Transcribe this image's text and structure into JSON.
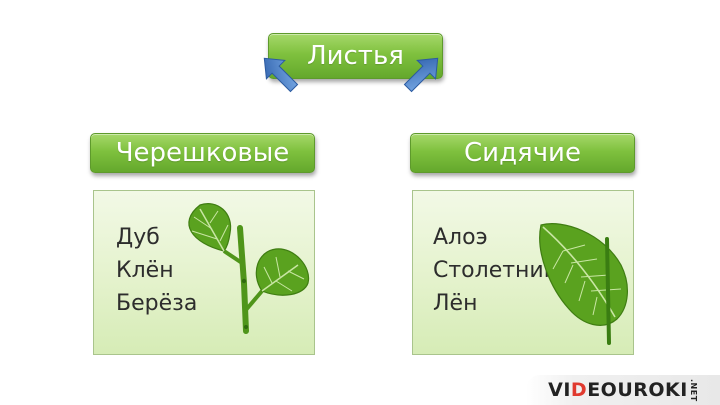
{
  "root": {
    "label": "Листья"
  },
  "categories": [
    {
      "label": "Черешковые",
      "examples": [
        "Дуб",
        "Клён",
        "Берёза"
      ]
    },
    {
      "label": "Сидячие",
      "examples": [
        "Алоэ",
        "Столетник",
        "Лён"
      ]
    }
  ],
  "logo": {
    "part1": "VI",
    "part2": "D",
    "part3": "EOUROKI",
    "suffix": ".NET"
  },
  "colors": {
    "box_green": "#7fc13e",
    "panel_green": "#e4f2cc",
    "arrow_blue": "#3f76c0",
    "leaf_green": "#5aa21f",
    "logo_red": "#e03a2f"
  }
}
